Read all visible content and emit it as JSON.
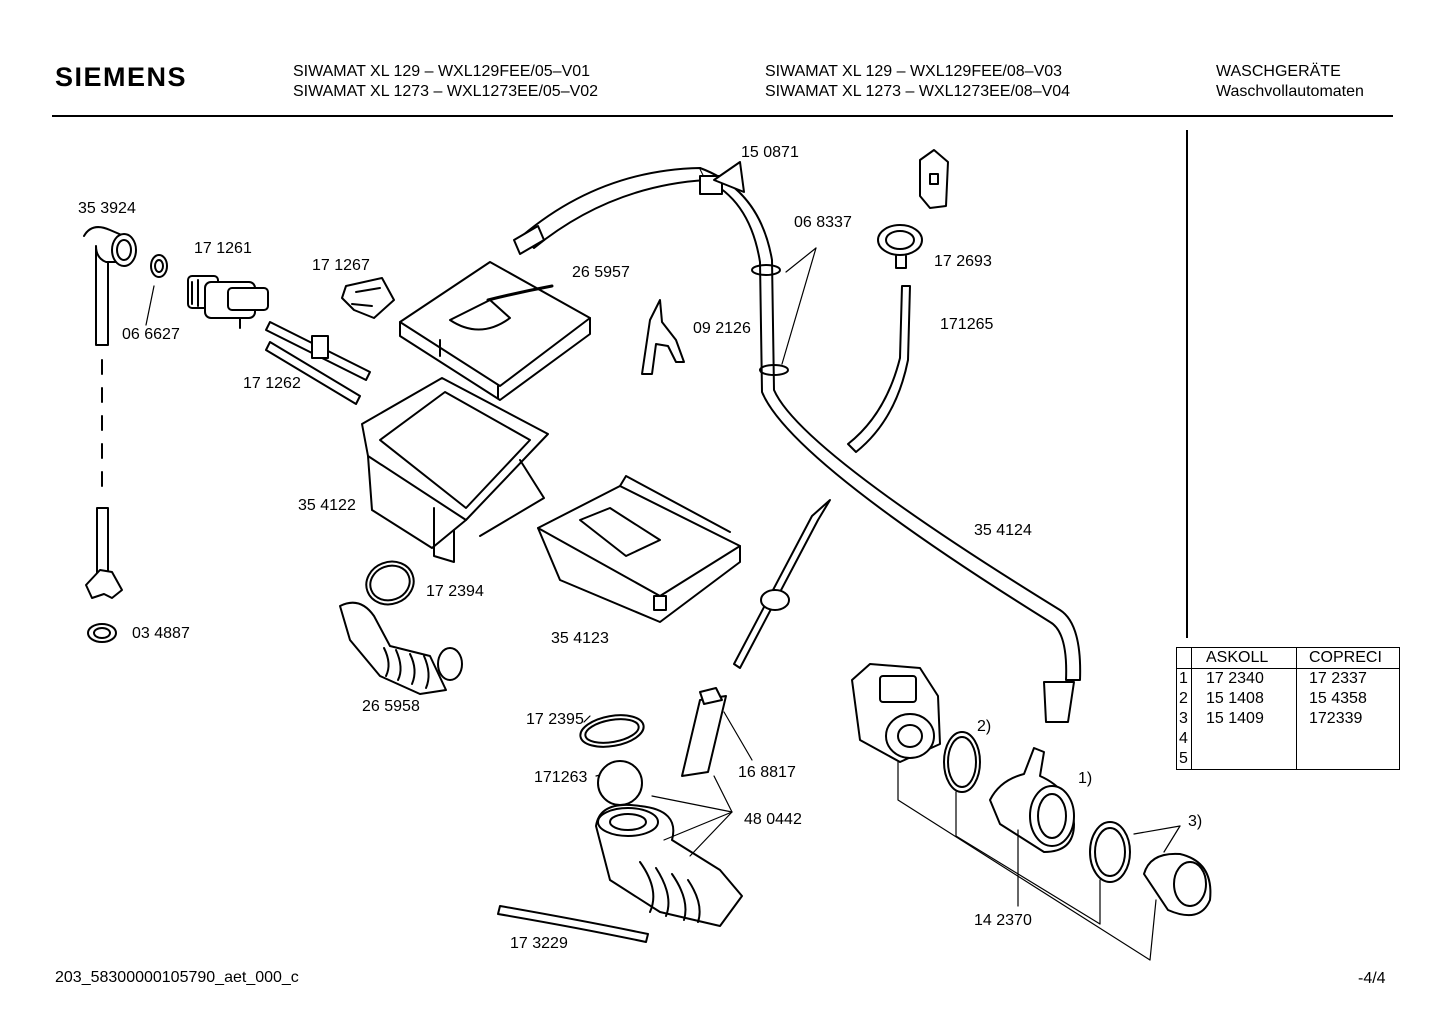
{
  "header": {
    "brand": "SIEMENS",
    "model_col1": [
      "SIWAMAT XL 129  – WXL129FEE/05–V01",
      "SIWAMAT XL 1273 – WXL1273EE/05–V02"
    ],
    "model_col2": [
      "SIWAMAT XL 129  – WXL129FEE/08–V03",
      "SIWAMAT XL 1273 – WXL1273EE/08–V04"
    ],
    "category": [
      "WASCHGERÄTE",
      "Waschvollautomaten"
    ]
  },
  "labels": {
    "p353924": "35 3924",
    "p171261": "17 1261",
    "p066627": "06 6627",
    "p171267": "17 1267",
    "p265957": "26 5957",
    "p150871": "15 0871",
    "p068337": "06 8337",
    "p172693": "17 2693",
    "p171265": "171265",
    "p092126": "09 2126",
    "p171262": "17 1262",
    "p354122": "35 4122",
    "p172394": "17 2394",
    "p034887": "03 4887",
    "p354123": "35 4123",
    "p354124": "35 4124",
    "p265958": "26 5958",
    "p172395": "17 2395",
    "p171263": "171263",
    "p168817": "16 8817",
    "p480442": "48 0442",
    "p173229": "17 3229",
    "p142370": "14 2370",
    "note1": "1)",
    "note2": "2)",
    "note3": "3)"
  },
  "parts_table": {
    "headers": [
      "",
      "ASKOLL",
      "COPRECI"
    ],
    "rows": [
      [
        "1",
        "17 2340",
        "17 2337"
      ],
      [
        "2",
        "15 1408",
        "15 4358"
      ],
      [
        "3",
        "15 1409",
        "172339"
      ],
      [
        "4",
        "",
        ""
      ],
      [
        "5",
        "",
        ""
      ]
    ]
  },
  "footer": {
    "doc_id": "203_58300000105790_aet_000_c",
    "page": "-4/4"
  }
}
